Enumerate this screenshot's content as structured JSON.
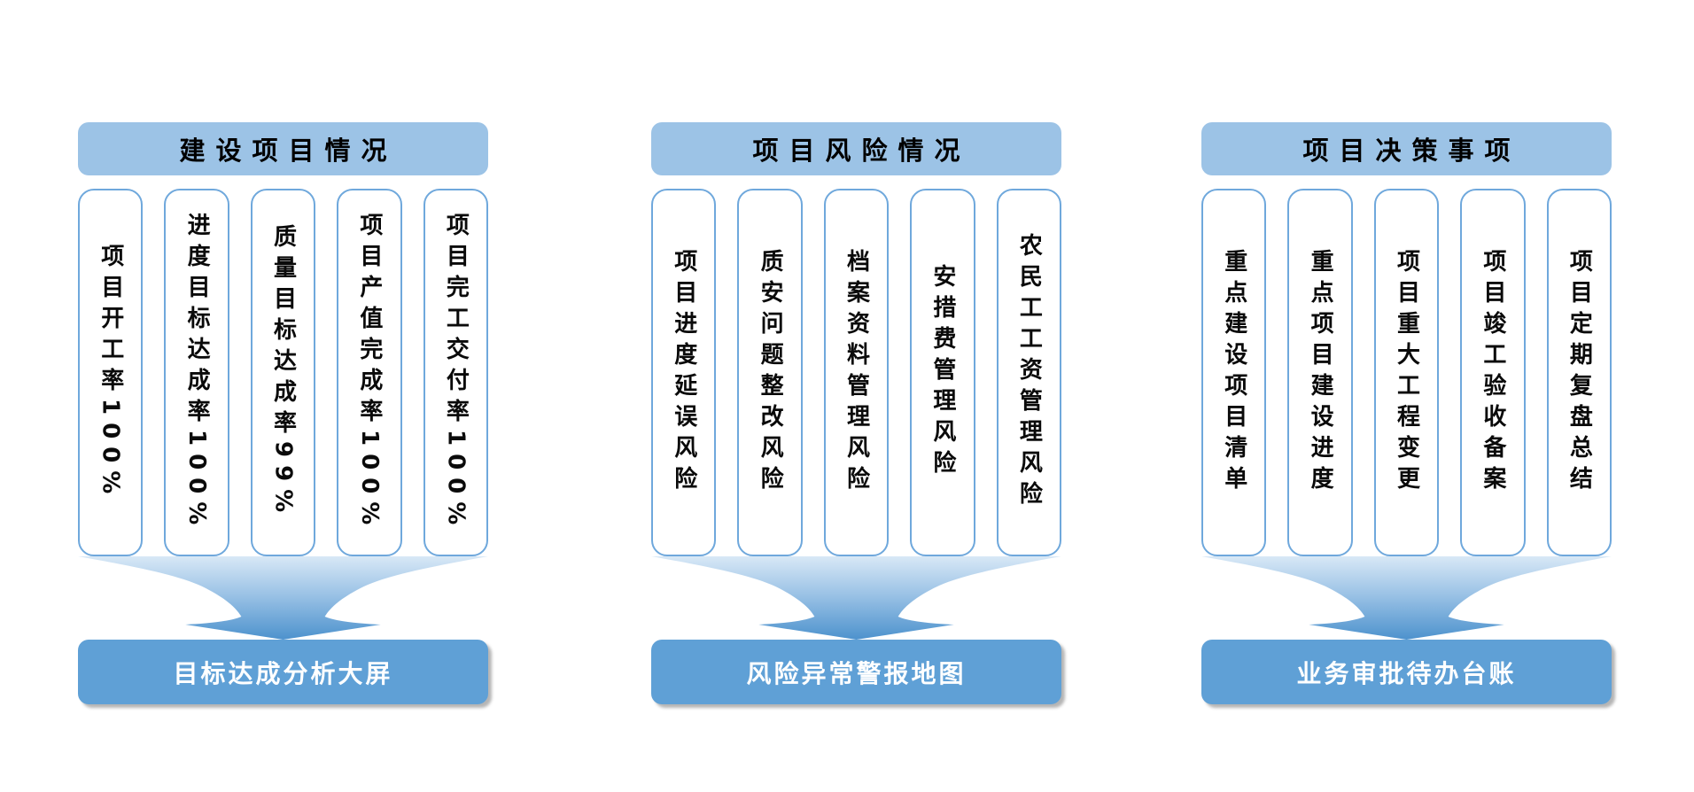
{
  "colors": {
    "header_bg": "#9CC3E6",
    "card_border": "#6FA8DC",
    "footer_bg": "#5FA0D6",
    "funnel_top": "#D8E8F6",
    "funnel_mid": "#9CC3E6",
    "funnel_bottom": "#4D92CD",
    "header_text": "#000000",
    "footer_text": "#FFFFFF"
  },
  "groups": [
    {
      "header": "建设项目情况",
      "cards": [
        "项目开工率100%",
        "进度目标达成率100%",
        "质量目标达成率99%",
        "项目产值完成率100%",
        "项目完工交付率100%"
      ],
      "footer": "目标达成分析大屏"
    },
    {
      "header": "项目风险情况",
      "cards": [
        "项目进度延误风险",
        "质安问题整改风险",
        "档案资料管理风险",
        "安措费管理风险",
        "农民工工资管理风险"
      ],
      "footer": "风险异常警报地图"
    },
    {
      "header": "项目决策事项",
      "cards": [
        "重点建设项目清单",
        "重点项目建设进度",
        "项目重大工程变更",
        "项目竣工验收备案",
        "项目定期复盘总结"
      ],
      "footer": "业务审批待办台账"
    }
  ]
}
